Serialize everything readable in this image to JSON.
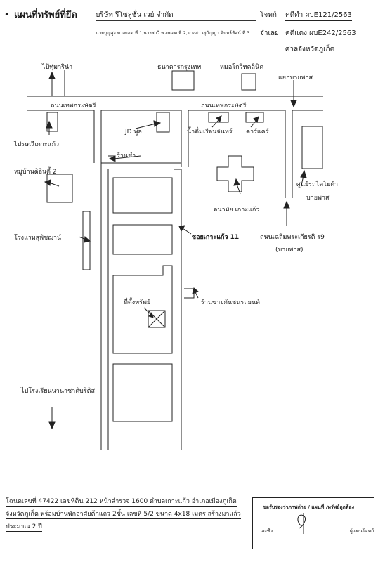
{
  "header": {
    "title": "แผนที่ทรัพย์ที่ยึด",
    "company": "บริษัท รีโซลูชั่น เวย์ จำกัด",
    "role_plaintiff": "โจทก์",
    "case_black": "คดีดำ  ผบE121/2563",
    "defendants": "นายบุญสูง พวงยอด ที่ 1,นางสาวี พวงยอด ที่ 2,นางสาวสุกัญญา จันทร์ทัศน์ ที่ 3",
    "role_defendant": "จำเลย",
    "case_red": "คดีแดง ผบE242/2563",
    "court": "ศาลจังหวัดภูเก็ต"
  },
  "map_labels": {
    "to_kathu": "ไป้ทุ่มาริน่า",
    "bangkok_bank": "ธนาคารกรุงเทพ",
    "clinic": "หมอโกวิทคลินิค",
    "bang_yai_intersection": "แยกบายพาส",
    "thep_krasattri_left": "ถนนเทพกระษัตรี",
    "thep_krasattri_right": "ถนนเทพกระษัตรี",
    "jd_pool": "JD พูล",
    "nam_dim_shop": "น้ำดื่มเรือนจันทร์",
    "car_care": "คาร์แคร์",
    "to_post_office": "ไปรษณีเกาะแก้ว",
    "cha_shop": "ร้านชำ",
    "village": "หมู่บ้านดิอินดี้ 2",
    "toyota": "ศูนย์รถโตโยต้า",
    "toyota_bypass": "บายพาส",
    "health_center": "อนามัย เกาะแก้ว",
    "hotel": "โรงแรมสุพิชฌาน์",
    "soi": "ซอยเกาะแก้ว 11",
    "chaloem_road": "ถนนเฉลิมพระเกียรติ ร9",
    "chaloem_bypass": "(บายพาส)",
    "property": "ที่ตั้งทรัพย์",
    "car_shop": "ร้านขายกันชนรถยนต์",
    "to_school": "ไปโรงเรียนนานาชาติบริติส"
  },
  "footer": {
    "line1": "โฉนดเลขที่ 47422 เลขที่ดิน 212 หน้าสำรวจ 1600 ตำบลเกาะแก้ว อำเภอเมืองภูเก็ต",
    "line2": "จังหวัดภูเก็ต พร้อมบ้านพักอาศัยตึกแถว 2ชั้น เลขที่ 5/2 ขนาด 4x18 เมตร สร้างมาแล้ว",
    "line3": "ประมาณ 2 ปี"
  },
  "stamp": {
    "line1": "ขอรับรองว่าภาพถ่าย / แผนที่ /ทรัพย์ถูกต้อง",
    "sign_label": "ลงชื่อ.................................................ผู้แทนโจทก์"
  }
}
